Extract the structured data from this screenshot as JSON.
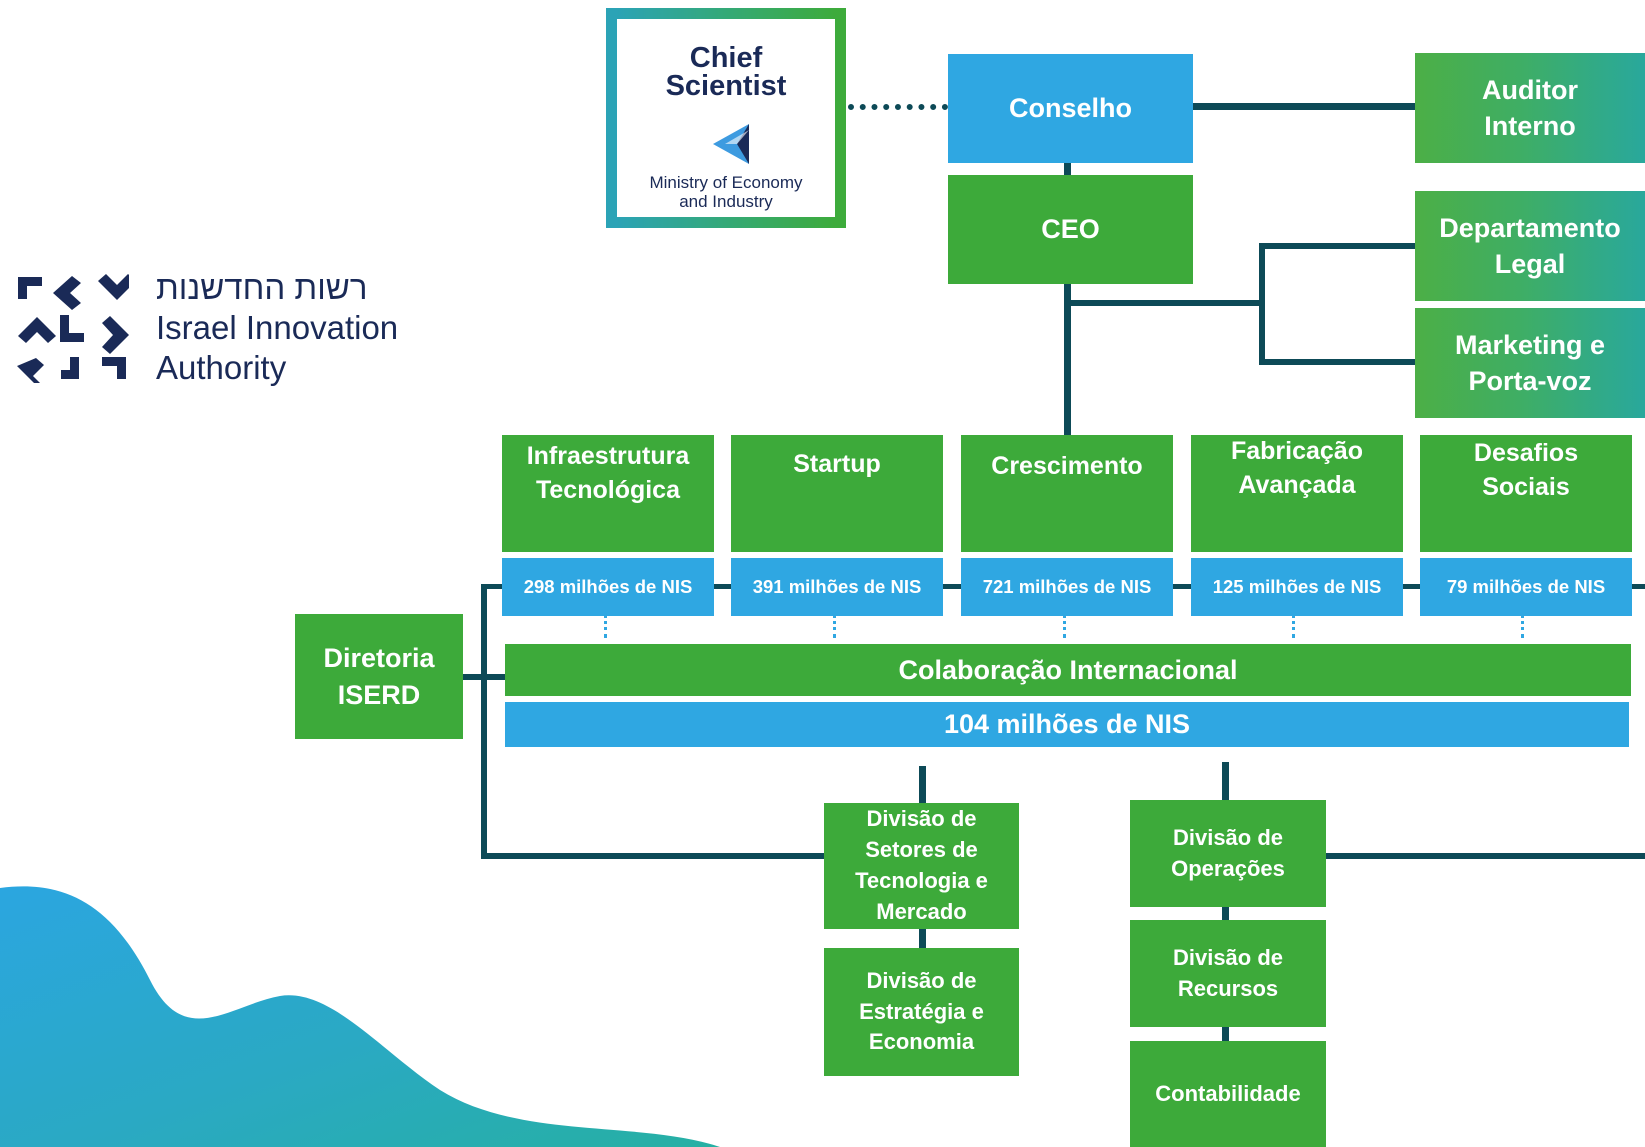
{
  "chief_scientist_logo": {
    "title_line1": "Chief",
    "title_line2": "Scientist",
    "ministry_line1": "Ministry of Economy",
    "ministry_line2": "and Industry"
  },
  "iia_logo": {
    "hebrew": "רשות החדשנות",
    "line1": "Israel Innovation",
    "line2": "Authority"
  },
  "governance": {
    "council": "Conselho",
    "ceo": "CEO",
    "internal_auditor": [
      "Auditor",
      "Interno"
    ],
    "legal": [
      "Departamento",
      "Legal"
    ],
    "marketing": [
      "Marketing e",
      "Porta-voz"
    ]
  },
  "units": [
    {
      "title": [
        "Infraestrutura",
        "Tecnológica"
      ],
      "budget": "298 milhões de NIS"
    },
    {
      "title": [
        "Startup"
      ],
      "budget": "391 milhões de NIS"
    },
    {
      "title": [
        "Crescimento"
      ],
      "budget": "721 milhões de NIS"
    },
    {
      "title": [
        "Fabricação",
        "Avançada"
      ],
      "budget": "125 milhões de NIS"
    },
    {
      "title": [
        "Desafios",
        "Sociais"
      ],
      "budget": "79 milhões de NIS"
    }
  ],
  "iserd": [
    "Diretoria",
    "ISERD"
  ],
  "international": {
    "title": "Colaboração Internacional",
    "budget": "104 milhões de NIS"
  },
  "divisions": {
    "tech_sectors": [
      "Divisão de",
      "Setores de",
      "Tecnologia e",
      "Mercado"
    ],
    "strategy": [
      "Divisão de",
      "Estratégia e",
      "Economia"
    ],
    "operations": [
      "Divisão de",
      "Operações"
    ],
    "resources": [
      "Divisão de",
      "Recursos"
    ],
    "accounting": "Contabilidade"
  },
  "colors": {
    "green": "#3daa3a",
    "blue": "#2fa7e2",
    "connector": "#0d4a57",
    "logo_navy": "#1a2a57"
  }
}
